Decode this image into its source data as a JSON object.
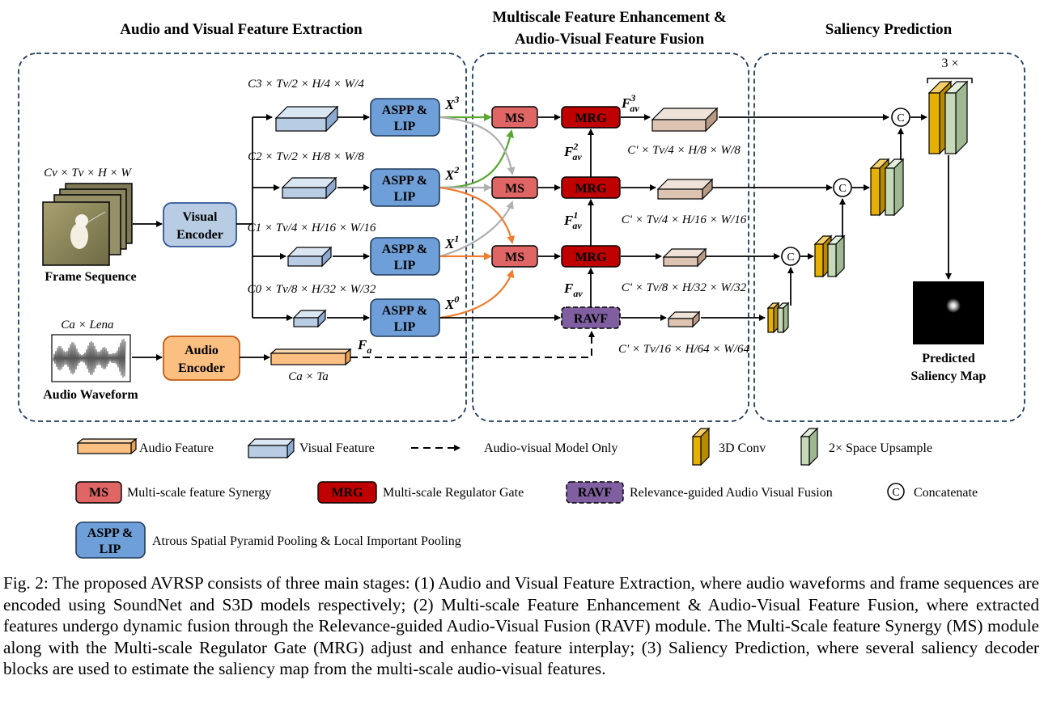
{
  "sections": {
    "extraction": "Audio and Visual Feature Extraction",
    "fusion_line1": "Multiscale Feature Enhancement &",
    "fusion_line2": "Audio-Visual Feature Fusion",
    "prediction": "Saliency Prediction"
  },
  "inputs": {
    "frame_dims": "Cv × Tv × H × W",
    "frame_label": "Frame Sequence",
    "audio_dims": "Ca × Lena",
    "audio_label": "Audio Waveform"
  },
  "encoders": {
    "visual_line1": "Visual",
    "visual_line2": "Encoder",
    "audio_line1": "Audio",
    "audio_line2": "Encoder"
  },
  "visual_dims": [
    "C3 × Tv/2 × H/4 × W/4",
    "C2 × Tv/2 × H/8 × W/8",
    "C1 × Tv/4 × H/16 × W/16",
    "C0 × Tv/8 × H/32 × W/32"
  ],
  "audio_feature_dims": "Ca × Ta",
  "aspp_line1": "ASPP &",
  "aspp_line2": "LIP",
  "x_labels": [
    "X3",
    "X2",
    "X1",
    "X0"
  ],
  "fa_label": "Fa",
  "ms_label": "MS",
  "mrg_label": "MRG",
  "ravf_label": "RAVF",
  "fav_labels": [
    "F3av",
    "F2av",
    "F1av",
    "Fav"
  ],
  "out_dims": [
    "C' × Tv/4 × H/8 × W/8",
    "C' × Tv/4 × H/16 × W/16",
    "C' × Tv/8 × H/32 × W/32",
    "C' × Tv/16 × H/64 × W/64"
  ],
  "concat_symbol": "C",
  "repeat_label": "3 ×",
  "output": {
    "line1": "Predicted",
    "line2": "Saliency Map"
  },
  "legend": {
    "audio_feature": "Audio Feature",
    "visual_feature": "Visual Feature",
    "av_only": "Audio-visual Model Only",
    "conv3d": "3D Conv",
    "upsample": "2× Space Upsample",
    "ms_desc": "Multi-scale feature Synergy",
    "mrg_desc": "Multi-scale Regulator Gate",
    "ravf_desc": "Relevance-guided Audio Visual Fusion",
    "concat_desc": "Concatenate",
    "aspp_desc": "Atrous Spatial Pyramid Pooling & Local Important Pooling"
  },
  "caption": "Fig. 2: The proposed AVRSP consists of three main stages: (1) Audio and Visual Feature Extraction, where audio waveforms and frame sequences are encoded using SoundNet and S3D models respectively; (2) Multi-scale Feature Enhancement & Audio-Visual Feature Fusion, where extracted features undergo dynamic fusion through the Relevance-guided Audio-Visual Fusion (RAVF) module. The Multi-Scale feature Synergy (MS) module along with the Multi-scale Regulator Gate (MRG) adjust and enhance feature interplay; (3) Saliency Prediction, where several saliency decoder blocks are used to estimate the saliency map from the multi-scale audio-visual features.",
  "colors": {
    "visual_blue": "#b8cce4",
    "aspp_blue": "#6f9fd8",
    "audio_orange": "#fbbf82",
    "ms_red": "#e06666",
    "mrg_red": "#c00000",
    "ravf_purple": "#7f5fa0",
    "conv_yellow": "#e6b000",
    "upsample_green": "#c6d9b8",
    "out_tan": "#dcc3b2",
    "green_arrow": "#5aa832",
    "orange_arrow": "#ee7d31",
    "gray_arrow": "#b0b0b0"
  }
}
